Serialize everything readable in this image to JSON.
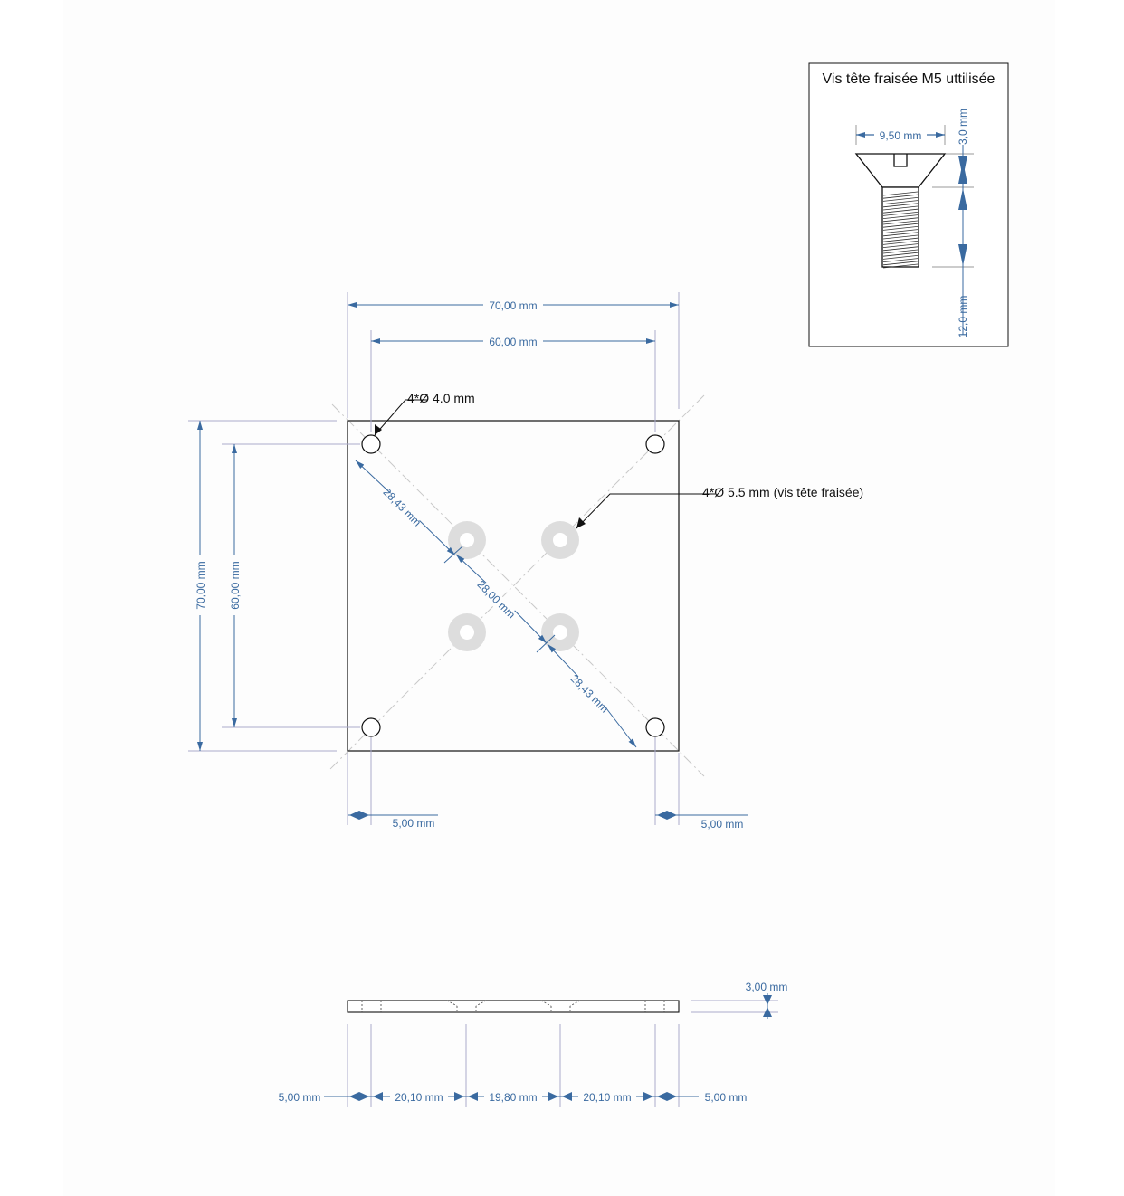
{
  "drawing": {
    "screw_box": {
      "title": "Vis tête fraisée M5 uttilisée",
      "head_diameter": "9,50 mm",
      "head_height": "3,0 mm",
      "thread_length": "12,0 mm"
    },
    "top_view": {
      "width_outer": "70,00 mm",
      "width_holes": "60,00 mm",
      "height_outer": "70,00 mm",
      "height_holes": "60,00 mm",
      "hole_note": "4*Ø 4.0 mm",
      "countersink_note": "4*Ø 5.5 mm (vis tête fraisée)",
      "diag_upper": "28,43 mm",
      "diag_middle": "28,00 mm",
      "diag_lower": "28,43 mm",
      "edge_left": "5,00 mm",
      "edge_right": "5,00 mm"
    },
    "side_view": {
      "thickness": "3,00 mm",
      "seg1": "5,00 mm",
      "seg2": "20,10 mm",
      "seg3": "19,80 mm",
      "seg4": "20,10 mm",
      "seg5": "5,00 mm"
    }
  }
}
